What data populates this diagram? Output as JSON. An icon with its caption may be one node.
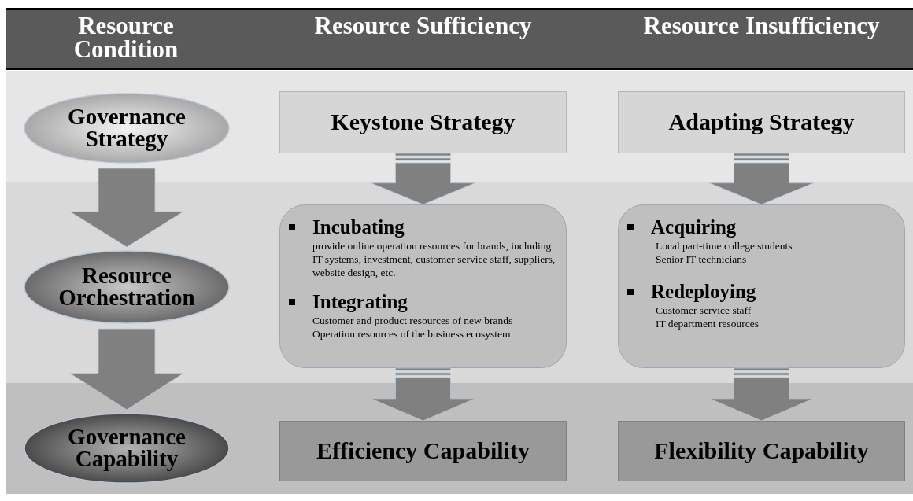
{
  "diagram": {
    "nodes": [
      {
        "text": [
          "Governance Strategy"
        ]
      },
      {
        "text": [
          "Resource Orchestration"
        ]
      },
      {
        "text": [
          "Governance Capability"
        ]
      },
      {
        "text": [
          "Keystone Strategy"
        ]
      },
      {
        "text": [
          "Adapting Strategy"
        ]
      },
      {
        "text": [
          "Incubating",
          "provide online operation resources for brands, including IT systems, investment, customer service staff, suppliers, website design, etc.",
          "Integrating",
          "Customer and product resources of new brands",
          "Operation resources of the business ecosystem"
        ]
      },
      {
        "text": [
          "Acquiring",
          "Local part-time college students",
          "Senior IT technicians",
          "Redeploying",
          "Customer service staff",
          "IT department resources"
        ]
      },
      {
        "text": [
          "Efficiency Capability"
        ]
      },
      {
        "text": [
          "Flexibility Capability"
        ]
      }
    ],
    "edges": [
      {
        "from": 0,
        "to": 1,
        "arrow": "to",
        "style": "thick"
      },
      {
        "from": 1,
        "to": 2,
        "arrow": "to",
        "style": "thick"
      },
      {
        "from": 3,
        "to": 5,
        "arrow": "to",
        "style": "thick"
      },
      {
        "from": 5,
        "to": 7,
        "arrow": "to",
        "style": "thick"
      },
      {
        "from": 4,
        "to": 6,
        "arrow": "to",
        "style": "thick"
      },
      {
        "from": 6,
        "to": 8,
        "arrow": "to",
        "style": "thick"
      }
    ],
    "labels": [
      "Resource Condition",
      "Resource Sufficiency",
      "Resource Insufficiency"
    ]
  }
}
